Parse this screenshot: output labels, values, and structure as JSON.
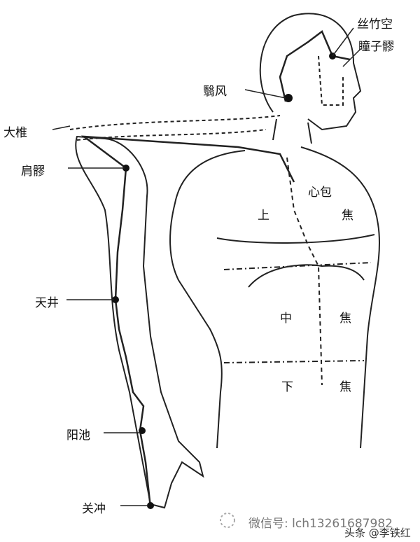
{
  "labels": {
    "sizhukong": "丝竹空",
    "tongziliao": "瞳子髎",
    "yifeng": "翳风",
    "dazhui": "大椎",
    "jianliao": "肩髎",
    "tianjing": "天井",
    "yangchi": "阳池",
    "guanchong": "关冲",
    "xinbao": "心包",
    "shang": "上",
    "jiao1": "焦",
    "zhong": "中",
    "jiao2": "焦",
    "xia": "下",
    "jiao3": "焦"
  },
  "watermark": {
    "wechat": "微信号: lch13261687982",
    "toutiao": "头条 @李铁红"
  },
  "colors": {
    "line": "#111111",
    "watermark": "#777777"
  }
}
